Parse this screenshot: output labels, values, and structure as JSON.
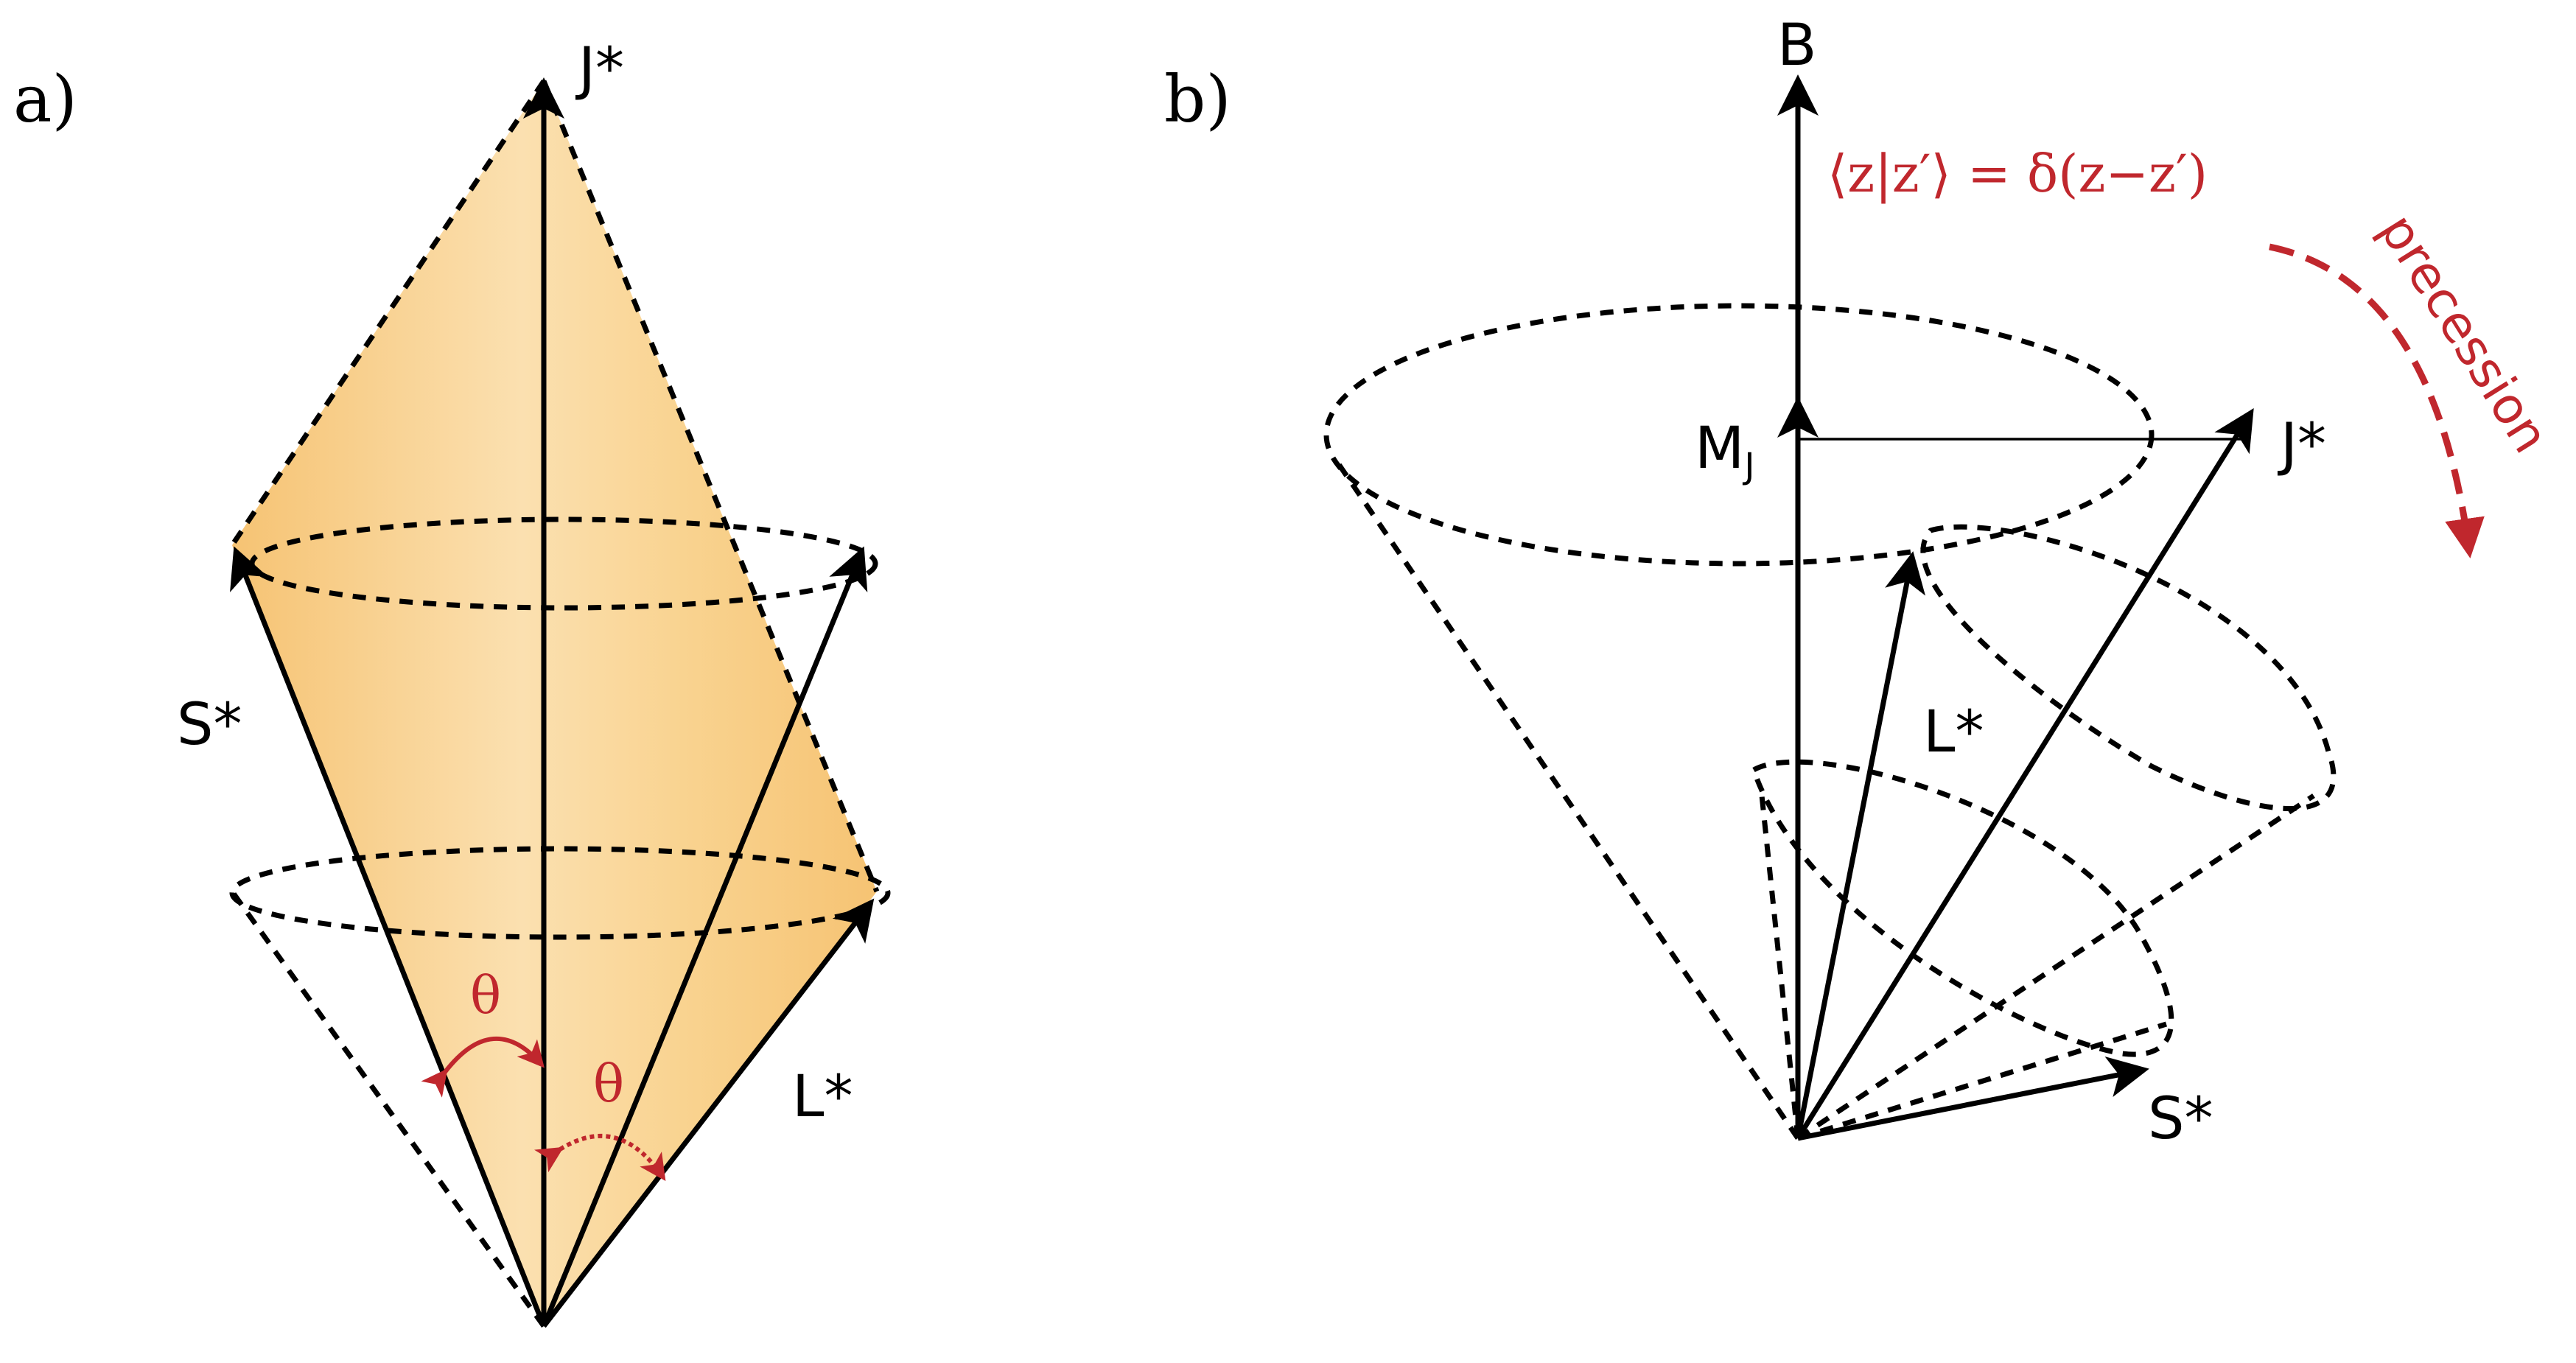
{
  "panel_a": {
    "label": "a)",
    "vector_J": "J*",
    "vector_S": "S*",
    "vector_L": "L*",
    "angle_1": "θ",
    "angle_2": "θ"
  },
  "panel_b": {
    "label": "b)",
    "vector_B": "B",
    "projection_M": "M",
    "projection_M_sub": "J",
    "vector_J": "J*",
    "vector_L": "L*",
    "vector_S": "S*",
    "equation": "⟨z|z′⟩ = δ(z−z′)",
    "precession_label": "precession"
  },
  "colors": {
    "cone_fill": "#f9cf86",
    "angle_red": "#c0272d",
    "lines": "#000000"
  }
}
